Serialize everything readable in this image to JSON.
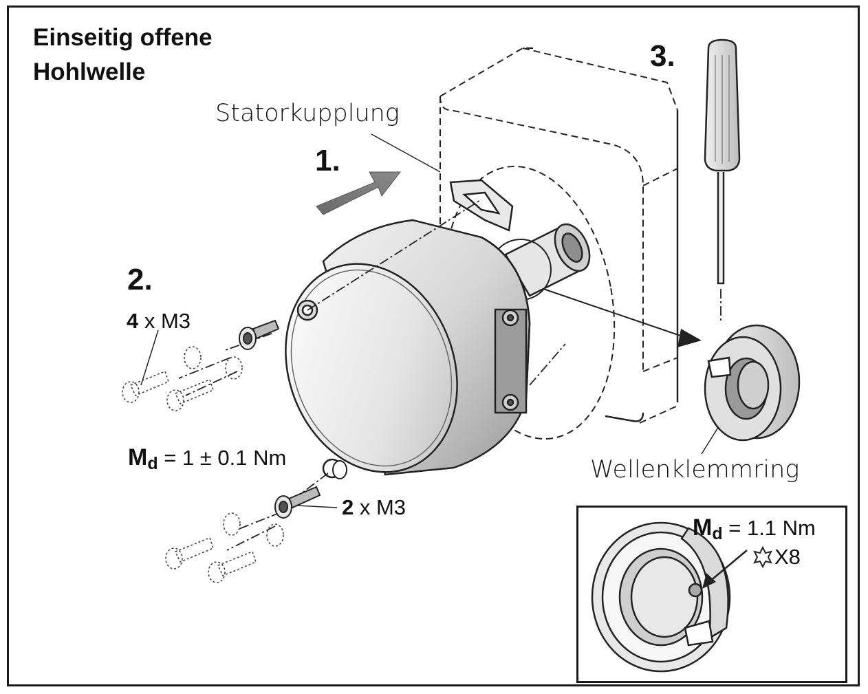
{
  "title": {
    "line1": "Einseitig offene",
    "line2": "Hohlwelle"
  },
  "steps": {
    "step1": "1.",
    "step2": "2.",
    "step3": "3."
  },
  "labels": {
    "stator_coupling": "Statorkupplung",
    "shaft_clamp_ring": "Wellenklemmring"
  },
  "screws_top": {
    "count": "4",
    "spec": "x M3"
  },
  "screws_bottom": {
    "count": "2",
    "spec": "x M3"
  },
  "torque_screws": {
    "symbol": "M",
    "subscript": "d",
    "value": "= 1 ± 0.1 Nm"
  },
  "inset": {
    "torque": {
      "symbol": "M",
      "subscript": "d",
      "value": "= 1.1 Nm"
    },
    "tool": {
      "icon": "torx-star-icon",
      "value": "X8"
    }
  }
}
